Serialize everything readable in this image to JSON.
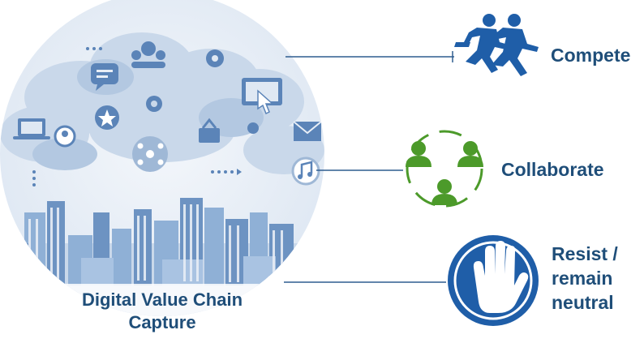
{
  "caption": {
    "line1": "Digital Value Chain",
    "line2": "Capture"
  },
  "outcomes": [
    {
      "label": "Compete",
      "icon": "running-people-icon",
      "color": "#1f5ea8"
    },
    {
      "label": "Collaborate",
      "icon": "collaboration-people-icon",
      "color": "#4c9a2a"
    },
    {
      "label_lines": [
        "Resist /",
        "remain",
        "neutral"
      ],
      "icon": "raised-hand-icon",
      "color": "#1f5ea8"
    }
  ],
  "colors": {
    "text": "#1f4e79",
    "circle_light": "#e8eef6",
    "cloud": "#c9d8ea",
    "cloud_dark": "#9fb8d6",
    "icon_blue": "#5b84b8",
    "building": "#8fb0d6",
    "building_dark": "#6d93c2",
    "connector": "#2f5d8f"
  }
}
